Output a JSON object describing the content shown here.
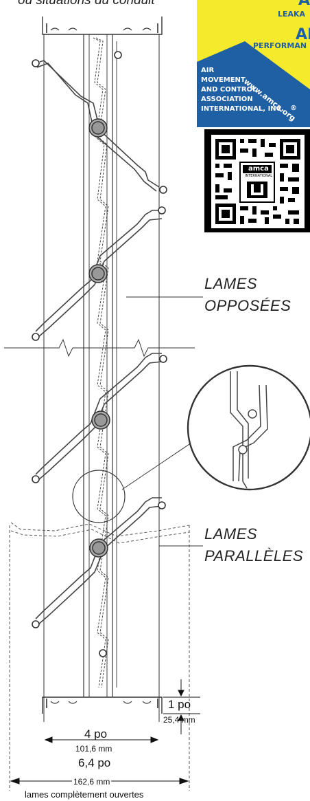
{
  "top_caption": "ou situations du conduit",
  "labels": {
    "opposed_line1": "LAMES",
    "opposed_line2": "OPPOSÉES",
    "parallel_line1": "LAMES",
    "parallel_line2": "PARALLÈLES"
  },
  "dimensions": {
    "depth_in": "1 po",
    "depth_mm": "25,4 mm",
    "width_in": "4 po",
    "width_mm": "101,6 mm",
    "open_in": "6,4 po",
    "open_mm": "162,6 mm",
    "open_note": "lames complètement ouvertes"
  },
  "badge": {
    "top_right_1": "AI",
    "top_right_2": "LEAKA",
    "top_right_3": "AI",
    "top_right_4": "PERFORMAN",
    "org_line1": "AIR",
    "org_line2": "MOVEMENT",
    "org_line3": "AND CONTROL",
    "org_line4": "ASSOCIATION",
    "org_line5": "INTERNATIONAL, INC.",
    "registered": "®",
    "url": "www.amca.org",
    "qr_logo_1": "amca",
    "qr_logo_2": "INTERNATIONAL",
    "colors": {
      "yellow": "#f5ea2c",
      "blue": "#1f5fa3"
    }
  }
}
